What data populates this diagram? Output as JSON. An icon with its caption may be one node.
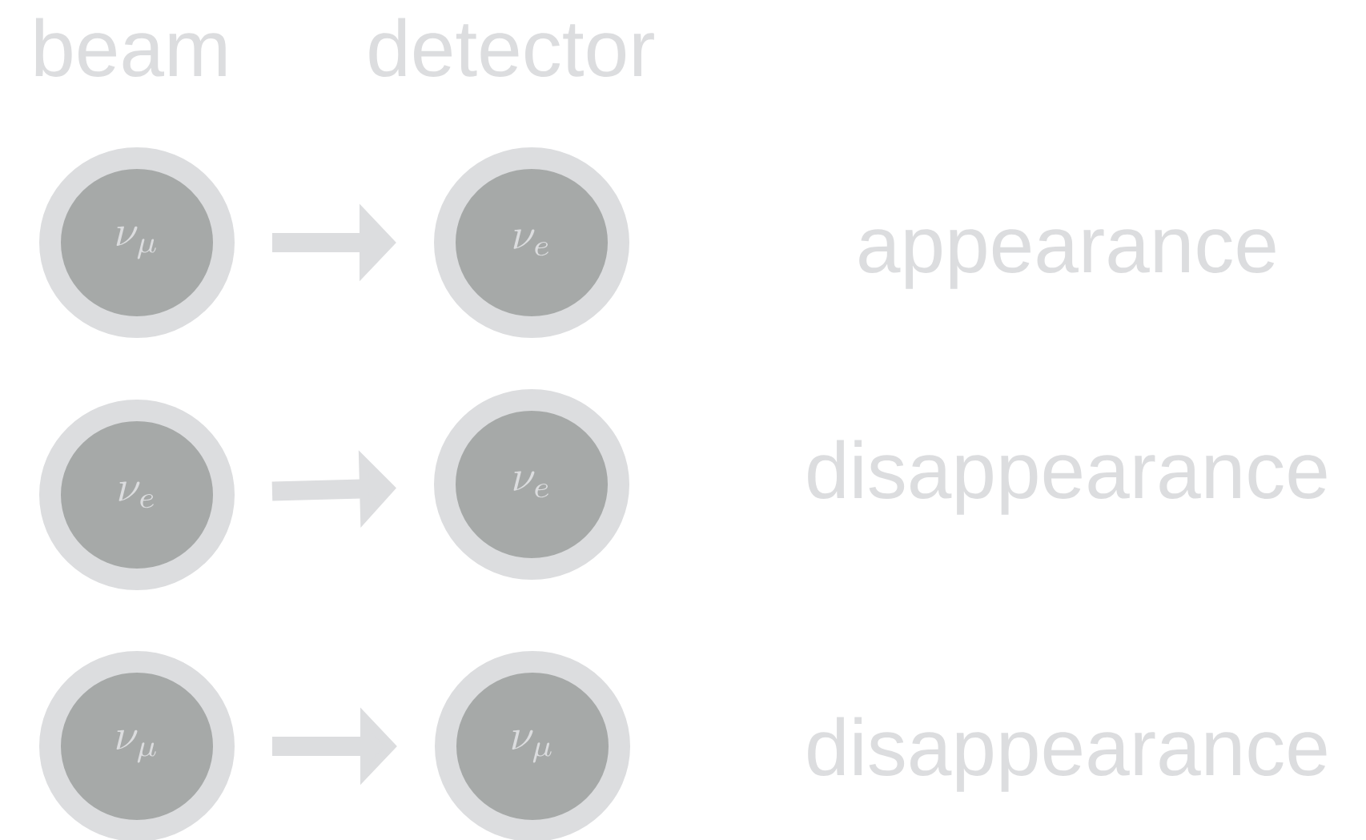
{
  "diagram": {
    "nodes": [
      {
        "text": [
          "\\nu_\\mu"
        ]
      },
      {
        "text": [
          "\\nu_e"
        ]
      },
      {
        "text": [
          "\\nu_e"
        ]
      },
      {
        "text": [
          "\\nu_e"
        ]
      },
      {
        "text": [
          "\\nu_\\mu"
        ]
      },
      {
        "text": [
          "\\nu_\\mu"
        ]
      }
    ],
    "edges": [
      {
        "from": 0,
        "to": 1,
        "arrow": "to"
      },
      {
        "from": 2,
        "to": 3,
        "arrow": "to"
      },
      {
        "from": 4,
        "to": 5,
        "arrow": "to"
      }
    ],
    "labels": [
      "beam",
      "detector",
      "appearance",
      "disappearance",
      "disappearance"
    ]
  }
}
